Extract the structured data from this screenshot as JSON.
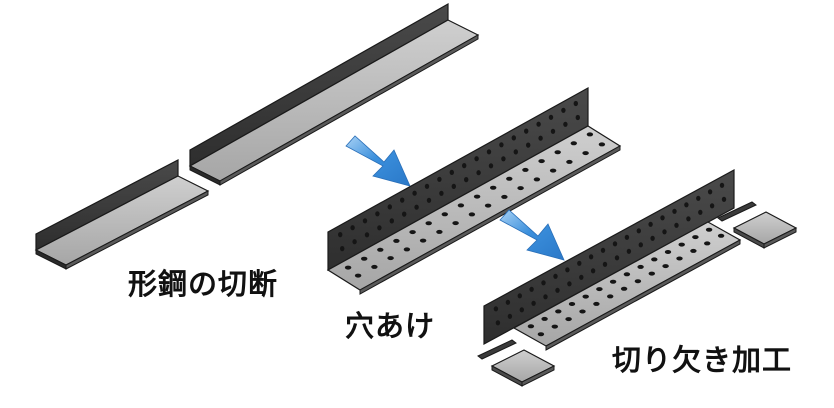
{
  "steps": [
    {
      "id": "cut",
      "label": "形鋼の切断"
    },
    {
      "id": "holes",
      "label": "穴あけ"
    },
    {
      "id": "notch",
      "label": "切り欠き加工"
    }
  ],
  "colors": {
    "steel_face_dark": "#3d3d3d",
    "steel_face_light": "#b8b8b8",
    "steel_edge": "#1a1a1a",
    "arrow_blue": "#3b8fdc",
    "hole": "#151515",
    "label_text": "#111111"
  },
  "parts": {
    "hole_rows_vertical_flange": 2,
    "hole_rows_horizontal_flange": 2,
    "notch_plates": 2
  }
}
